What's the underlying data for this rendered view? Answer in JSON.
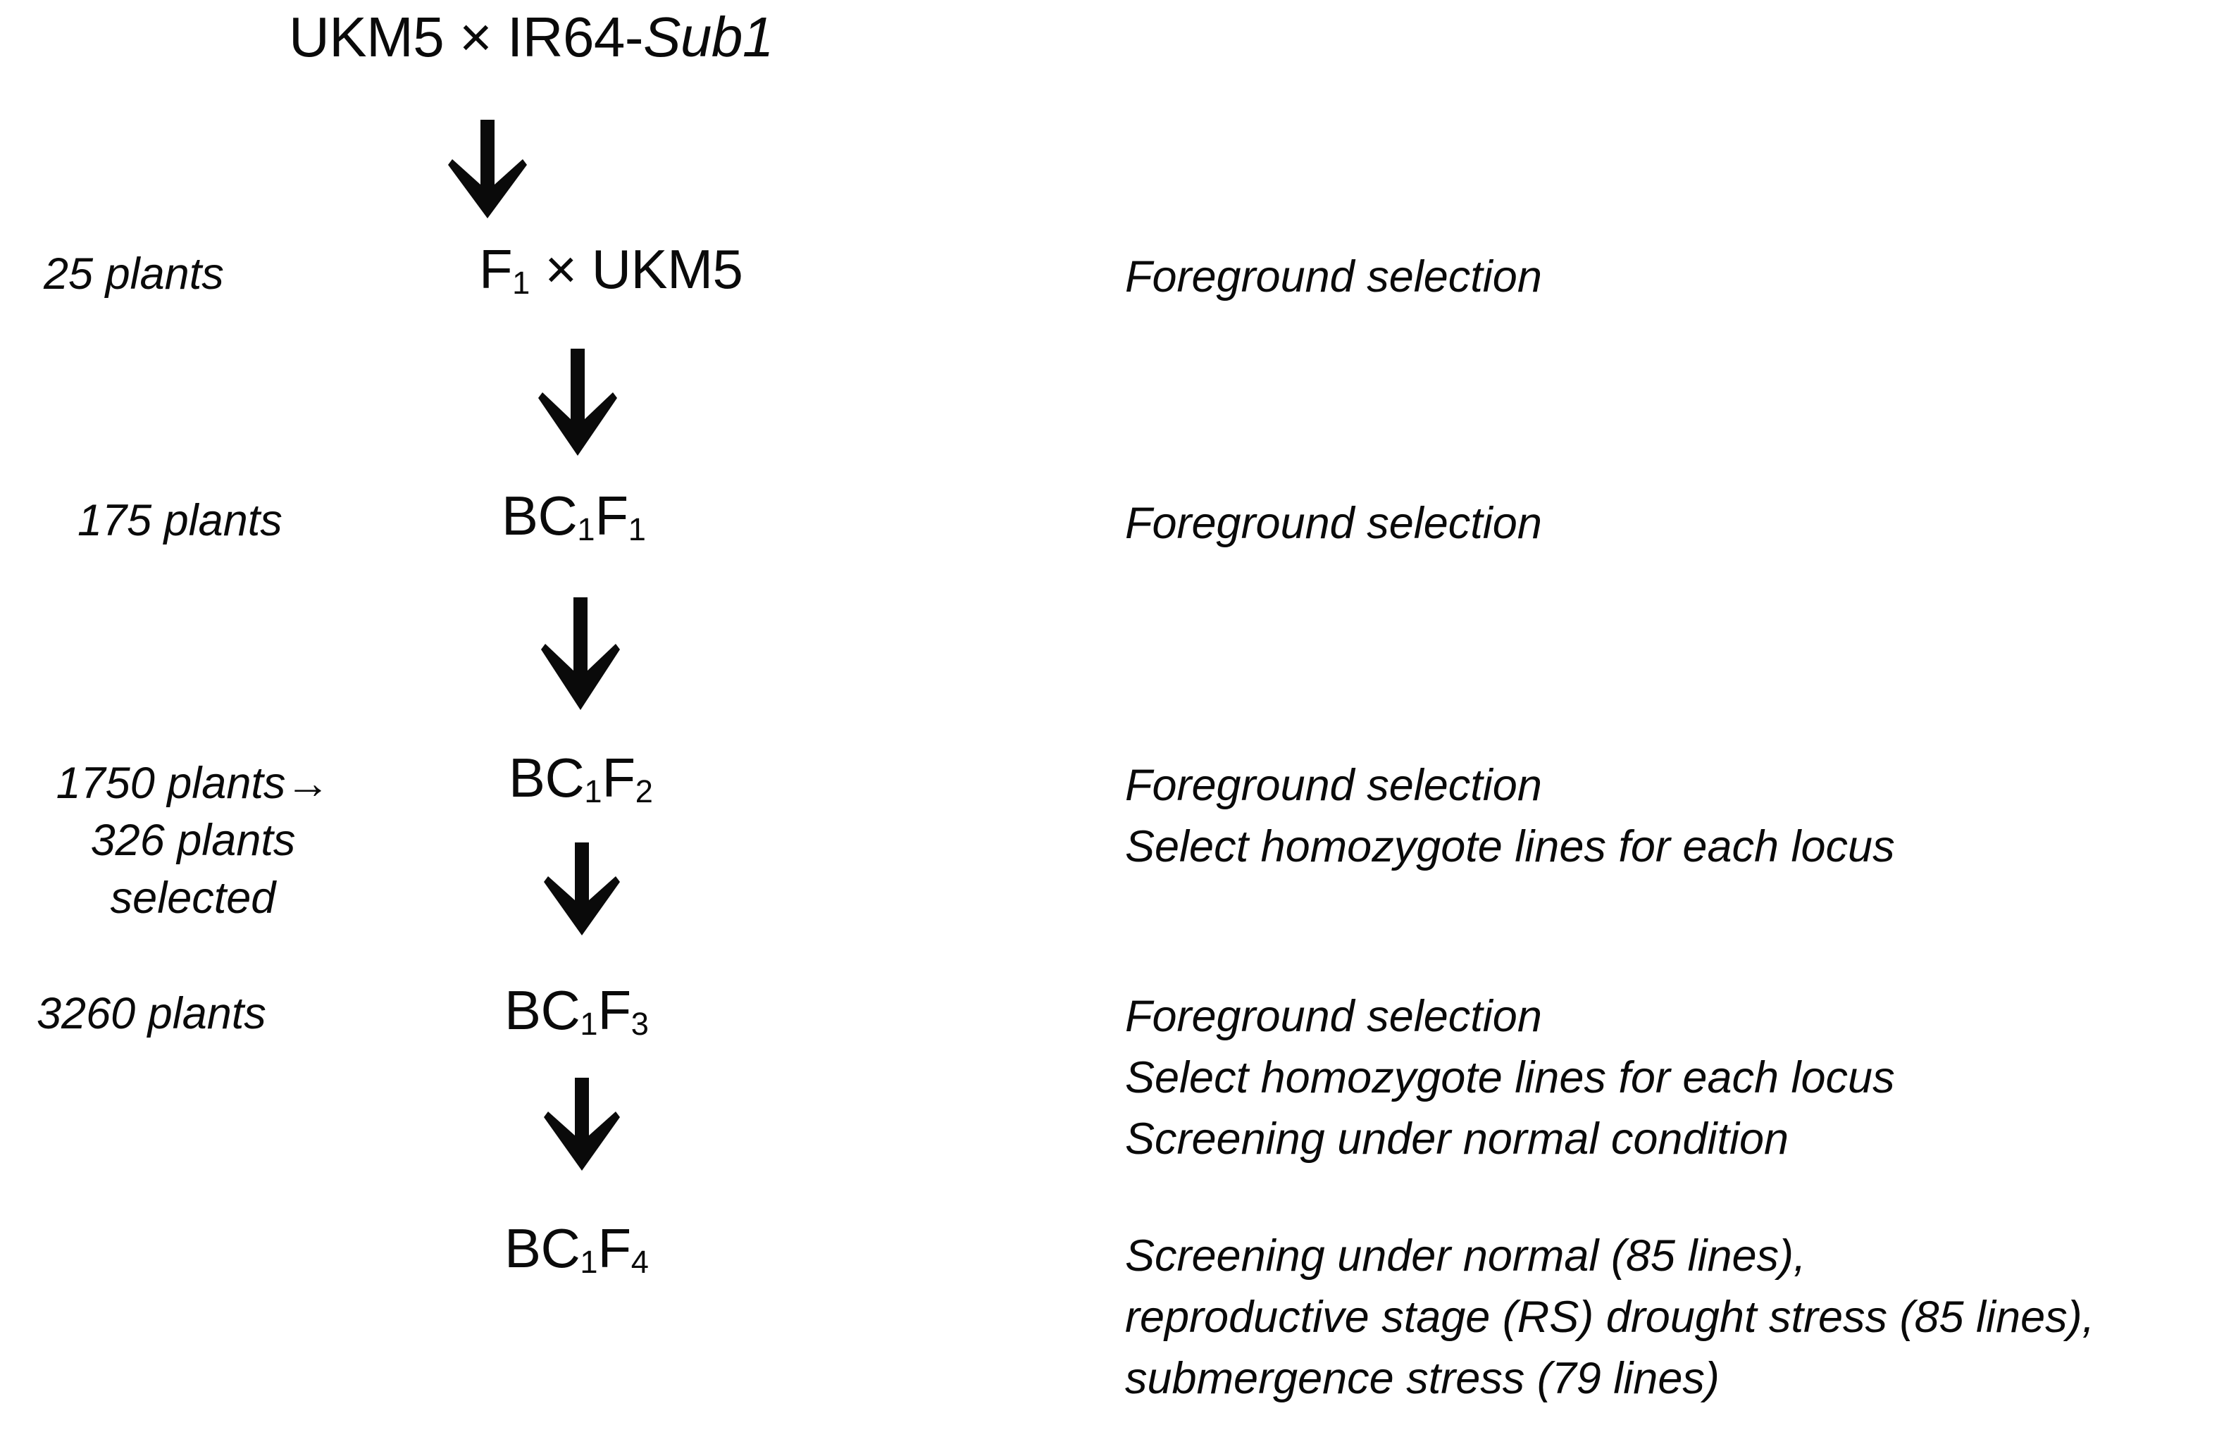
{
  "diagram": {
    "title": {
      "recurrent_parent": "UKM5",
      "cross_symbol": " × ",
      "donor_parent_prefix": "IR64-",
      "donor_gene": "Sub1",
      "full": "UKM5 × IR64-Sub1"
    },
    "steps": [
      {
        "id": "f1",
        "population_size": "25 plants",
        "generation_main": "F",
        "generation_sub": "1",
        "generation_suffix": " × UKM5",
        "generation_full": "F1 × UKM5",
        "selection_lines": [
          "Foreground selection"
        ]
      },
      {
        "id": "bc1f1",
        "population_size": "175 plants",
        "generation_main": "BC",
        "generation_sub": "1",
        "generation_main2": "F",
        "generation_sub2": "1",
        "generation_full": "BC1F1",
        "selection_lines": [
          "Foreground selection"
        ]
      },
      {
        "id": "bc1f2",
        "population_size_lines": [
          "1750 plants→",
          "326 plants",
          "selected"
        ],
        "generation_main": "BC",
        "generation_sub": "1",
        "generation_main2": "F",
        "generation_sub2": "2",
        "generation_full": "BC1F2",
        "selection_lines": [
          "Foreground selection",
          "Select homozygote lines for each locus"
        ]
      },
      {
        "id": "bc1f3",
        "population_size": "3260 plants",
        "generation_main": "BC",
        "generation_sub": "1",
        "generation_main2": "F",
        "generation_sub2": "3",
        "generation_full": "BC1F3",
        "selection_lines": [
          "Foreground selection",
          "Select homozygote lines for each locus",
          "Screening under normal condition"
        ]
      },
      {
        "id": "bc1f4",
        "population_size": "",
        "generation_main": "BC",
        "generation_sub": "1",
        "generation_main2": "F",
        "generation_sub2": "4",
        "generation_full": "BC1F4",
        "selection_lines": [
          "Screening under normal (85 lines),",
          "reproductive stage (RS) drought stress (85 lines),",
          "submergence stress (79 lines)"
        ]
      }
    ],
    "arrows": [
      {
        "name": "arrow-cross-to-f1"
      },
      {
        "name": "arrow-f1-to-bc1f1"
      },
      {
        "name": "arrow-bc1f1-to-bc1f2"
      },
      {
        "name": "arrow-bc1f2-to-bc1f3"
      },
      {
        "name": "arrow-bc1f3-to-bc1f4"
      }
    ],
    "colors": {
      "ink": "#0a0a0a",
      "background": "#ffffff"
    }
  }
}
